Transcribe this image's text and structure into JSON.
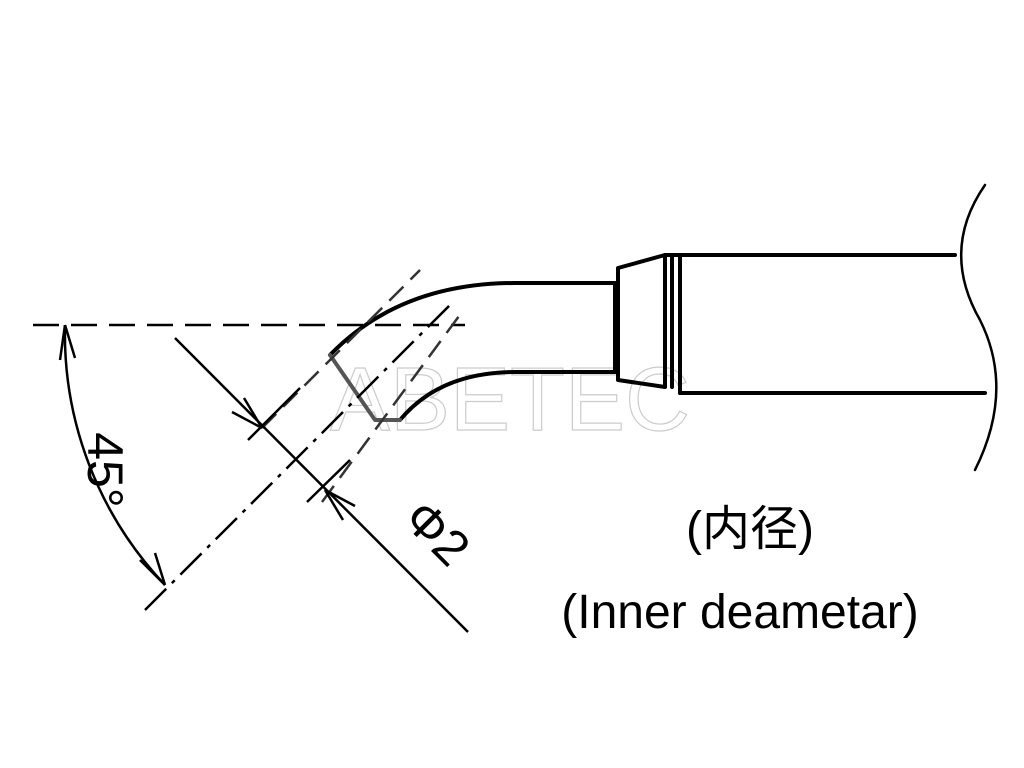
{
  "dimensions": {
    "angle_label": "45°",
    "diameter_label": "Φ2"
  },
  "labels": {
    "inner_diameter_jp": "(内径)",
    "inner_diameter_en": "(Inner deametar)"
  },
  "watermark": "ABETEC"
}
